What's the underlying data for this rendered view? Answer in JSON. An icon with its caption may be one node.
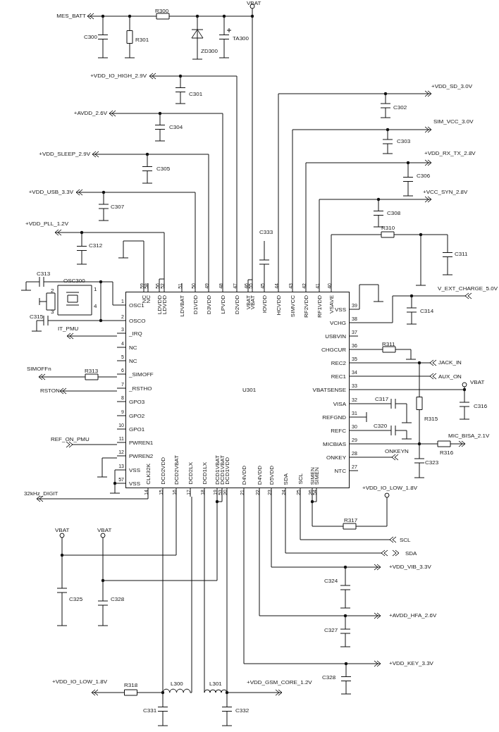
{
  "diagram": {
    "nodes": [
      {
        "text": [
          "U301",
          "OSC1",
          "OSCO",
          "_IRQ",
          "NC",
          "NC",
          "_SIMOFF",
          "_RSTHO",
          "GPO3",
          "GPO2",
          "GPO1",
          "PWREN1",
          "PWREN2",
          "VSS",
          "VSS",
          "NC",
          "NC",
          "LDVDD",
          "LDVDD",
          "LDVBAT",
          "D1VDD",
          "D3VDD",
          "LPVDD",
          "D2VDD",
          "VBAT",
          "VBAT",
          "IOVDD",
          "HCVDD",
          "SIMVCC",
          "RF2VDD",
          "RF1VDD",
          "VSAVE",
          "VSS",
          "VCHG",
          "USBVIN",
          "CHGCUR",
          "REC2",
          "REC1",
          "VBATSENSE",
          "VISA",
          "REFGND",
          "REFC",
          "MICBIAS",
          "ONKEY",
          "NTC",
          "CLK32K",
          "DCD2VDD",
          "DCD2VBAT",
          "DCD2LX",
          "DCD1LX",
          "DCD1VBAT",
          "DCD1VBAT",
          "DCD1VDD",
          "D4VDD",
          "D4VDD",
          "D5VDD",
          "SDA",
          "SCL",
          "SIMEN",
          "SIMEN"
        ],
        "beside": [
          "1",
          "2",
          "3",
          "4",
          "5",
          "6",
          "7",
          "8",
          "9",
          "10",
          "11",
          "12",
          "13",
          "57",
          "59",
          "58",
          "56",
          "52",
          "51",
          "50",
          "49",
          "48",
          "47",
          "46",
          "55",
          "45",
          "44",
          "43",
          "42",
          "41",
          "40",
          "39",
          "38",
          "37",
          "36",
          "35",
          "34",
          "33",
          "32",
          "31",
          "30",
          "29",
          "28",
          "27",
          "14",
          "15",
          "16",
          "17",
          "18",
          "19",
          "53",
          "20",
          "21",
          "22",
          "23",
          "24",
          "25",
          "26",
          "54"
        ]
      }
    ],
    "labels": [
      "VBAT",
      "MES_BATT",
      "R300",
      "C300",
      "R301",
      "ZD300",
      "TA300",
      "+VDD_IO_HIGH_2.9V",
      "C301",
      "+VDD_SD_3.0V",
      "C302",
      "+AVDD_2.6V",
      "C304",
      "SIM_VCC_3.0V",
      "C303",
      "+VDD_SLEEP_2.9V",
      "C305",
      "+VDD_RX_TX_2.8V",
      "C306",
      "+VDD_USB_3.3V",
      "C307",
      "+VCC_SYN_2.8V",
      "C308",
      "+VDD_PLL_1.2V",
      "C333",
      "R310",
      "C312",
      "C311",
      "C313",
      "OSC300",
      "2",
      "1",
      "3",
      "4",
      "C315",
      "IT_PMU",
      "V_EXT_CHARGE_5.0V",
      "C314",
      "R311",
      "JACK_IN",
      "AUX_ON",
      "VBAT",
      "C317",
      "C316",
      "C320",
      "R315",
      "SIMOFFn",
      "R313",
      "RSTON",
      "MIC_BISA_2.1V",
      "R316",
      "REF_ON_PMU",
      "ONKEYN",
      "C323",
      "+VDD_IO_LOW_1.8V",
      "32kHz_DIGIT",
      "R317",
      "VBAT",
      "VBAT",
      "SCL",
      "SDA",
      "+VDD_VIB_3.3V",
      "C324",
      "C325",
      "C328",
      "+AVDD_HFA_2.6V",
      "C327",
      "+VDD_KEY_3.3V",
      "C328",
      "+VDD_IO_LOW_1.8V",
      "R318",
      "L300",
      "L301",
      "+VDD_GSM_CORE_1.2V",
      "C331",
      "C332"
    ]
  }
}
